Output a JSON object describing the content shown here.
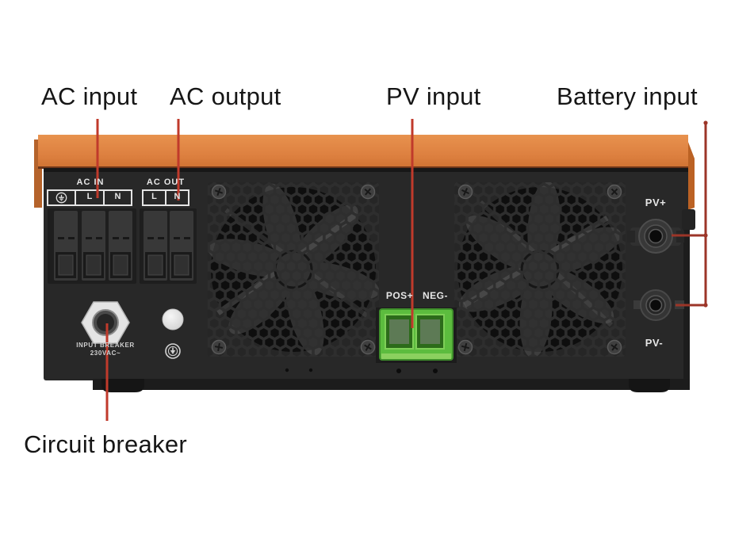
{
  "figure": {
    "callouts": {
      "ac_input": "AC input",
      "ac_output": "AC output",
      "pv_input": "PV input",
      "battery_input": "Battery input",
      "circuit_breaker": "Circuit breaker"
    },
    "panel": {
      "ac_in_title": "AC IN",
      "ac_in_l": "L",
      "ac_in_n": "N",
      "ac_out_title": "AC OUT",
      "ac_out_l": "L",
      "ac_out_n": "N",
      "breaker_line1": "INPUT BREAKER",
      "breaker_line2": "230VAC~",
      "pv_pos": "POS+",
      "pv_neg": "NEG-",
      "pv_plus": "PV+",
      "pv_minus": "PV-"
    },
    "colors": {
      "accent_orange": "#dd8040",
      "panel_black": "#282828",
      "connector_green": "#5cbc3e",
      "leader_red": "#c03a2b",
      "bracket_red": "#9c3528"
    }
  }
}
